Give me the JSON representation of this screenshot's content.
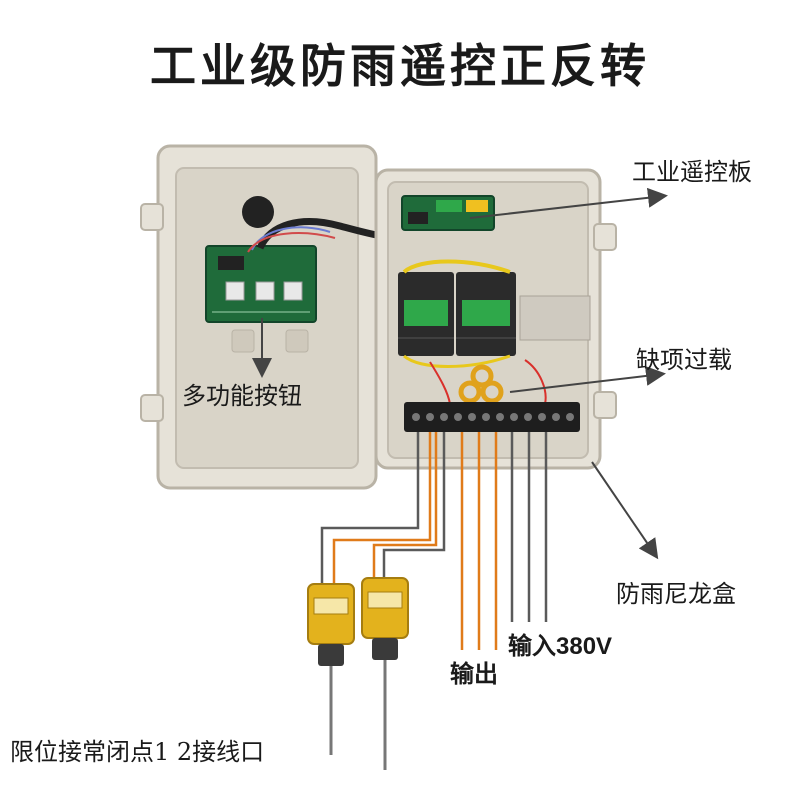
{
  "title": "工业级防雨遥控正反转",
  "labels": {
    "remote_board": "工业遥控板",
    "phase_overload": "缺项过载",
    "multi_button": "多功能按钮",
    "rainproof_box": "防雨尼龙盒",
    "input_380v": "输入380V",
    "output": "输出",
    "limit_switch": "限位接常闭点1 2接线口"
  },
  "colors": {
    "box": "#e6e2d8",
    "box_edge": "#b9b3a6",
    "contactor_black": "#2b2b2b",
    "contactor_green": "#2fa84a",
    "pcb_green": "#1f6b3a",
    "wire_orange": "#e07b1a",
    "wire_gray": "#5a5a5a",
    "limit_yellow": "#e3b21d"
  }
}
